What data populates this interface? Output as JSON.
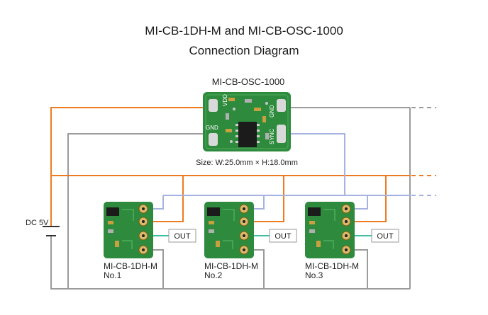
{
  "title_line1": "MI-CB-1DH-M and MI-CB-OSC-1000",
  "title_line2": "Connection Diagram",
  "osc": {
    "name": "MI-CB-OSC-1000",
    "size": "Size: W:25.0mm × H:18.0mm",
    "pin_vdd": "VDD",
    "pin_gnd_left": "GND",
    "pin_gnd_right": "GND",
    "pin_sync": "SYNC"
  },
  "power_label": "DC 5V",
  "out_label": "OUT",
  "modules": [
    {
      "name": "MI-CB-1DH-M",
      "num": "No.1"
    },
    {
      "name": "MI-CB-1DH-M",
      "num": "No.2"
    },
    {
      "name": "MI-CB-1DH-M",
      "num": "No.3"
    }
  ],
  "colors": {
    "power": "#ee7b22",
    "ground": "#9b9b9b",
    "sync": "#a6b3e0",
    "out": "#3fbfa2",
    "pcb": "#2e8b3d"
  }
}
